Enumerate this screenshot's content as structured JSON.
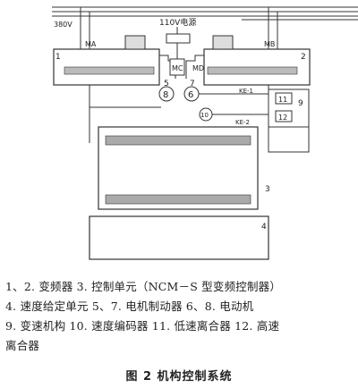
{
  "diagram": {
    "voltage_380": "380V",
    "voltage_110": "110V电源",
    "motor_a": "MA",
    "motor_b": "MB",
    "mc": "MC",
    "md": "MD",
    "ke1": "KE-1",
    "ke2": "KE-2",
    "n1": "1",
    "n2": "2",
    "n3": "3",
    "n4": "4",
    "n5": "5",
    "n6": "6",
    "n7": "7",
    "n8": "8",
    "n9": "9",
    "n10": "10",
    "n11": "11",
    "n12": "12"
  },
  "legend": {
    "line1": "1、2. 变频器  3. 控制单元（NCM－S 型变频控制器）",
    "line2": "4. 速度给定单元   5、7. 电机制动器   6、8. 电动机",
    "line3": "9. 变速机构  10. 速度编码器  11. 低速离合器  12. 高速",
    "line4": "离合器"
  },
  "caption": "图 2   机构控制系统"
}
